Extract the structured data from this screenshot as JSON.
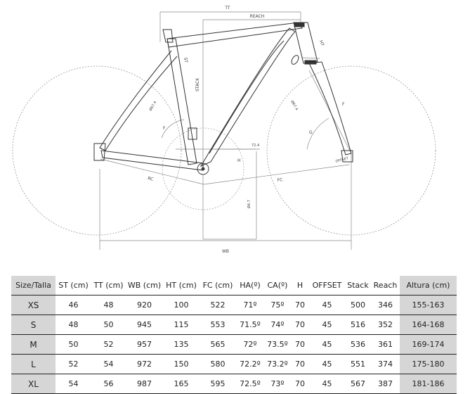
{
  "diagram": {
    "labels": {
      "tt": "TT",
      "reach": "REACH",
      "ht": "HT",
      "st": "ST",
      "stack": "STACK",
      "f": "F",
      "g": "G",
      "h": "H",
      "rc": "RC",
      "fc": "FC",
      "wb": "WB",
      "offset": "OFFSET",
      "dim_left": "Ø67.4",
      "dim_right": "Ø67.4",
      "dim_bb": "72.4",
      "dim_drop": "Ø4.7"
    }
  },
  "table": {
    "columns": [
      "Size/Talla",
      "ST (cm)",
      "TT (cm)",
      "WB (cm)",
      "HT (cm)",
      "FC (cm)",
      "HA(º)",
      "CA(º)",
      "H",
      "OFFSET",
      "Stack",
      "Reach",
      "Altura (cm)"
    ],
    "rows": [
      [
        "XS",
        "46",
        "48",
        "920",
        "100",
        "522",
        "71º",
        "75º",
        "70",
        "45",
        "500",
        "346",
        "155-163"
      ],
      [
        "S",
        "48",
        "50",
        "945",
        "115",
        "553",
        "71.5º",
        "74º",
        "70",
        "45",
        "516",
        "352",
        "164-168"
      ],
      [
        "M",
        "50",
        "52",
        "957",
        "135",
        "565",
        "72º",
        "73.5º",
        "70",
        "45",
        "536",
        "361",
        "169-174"
      ],
      [
        "L",
        "52",
        "54",
        "972",
        "150",
        "580",
        "72.2º",
        "73.2º",
        "70",
        "45",
        "551",
        "374",
        "175-180"
      ],
      [
        "XL",
        "54",
        "56",
        "987",
        "165",
        "595",
        "72.5º",
        "73º",
        "70",
        "45",
        "567",
        "387",
        "181-186"
      ]
    ]
  }
}
